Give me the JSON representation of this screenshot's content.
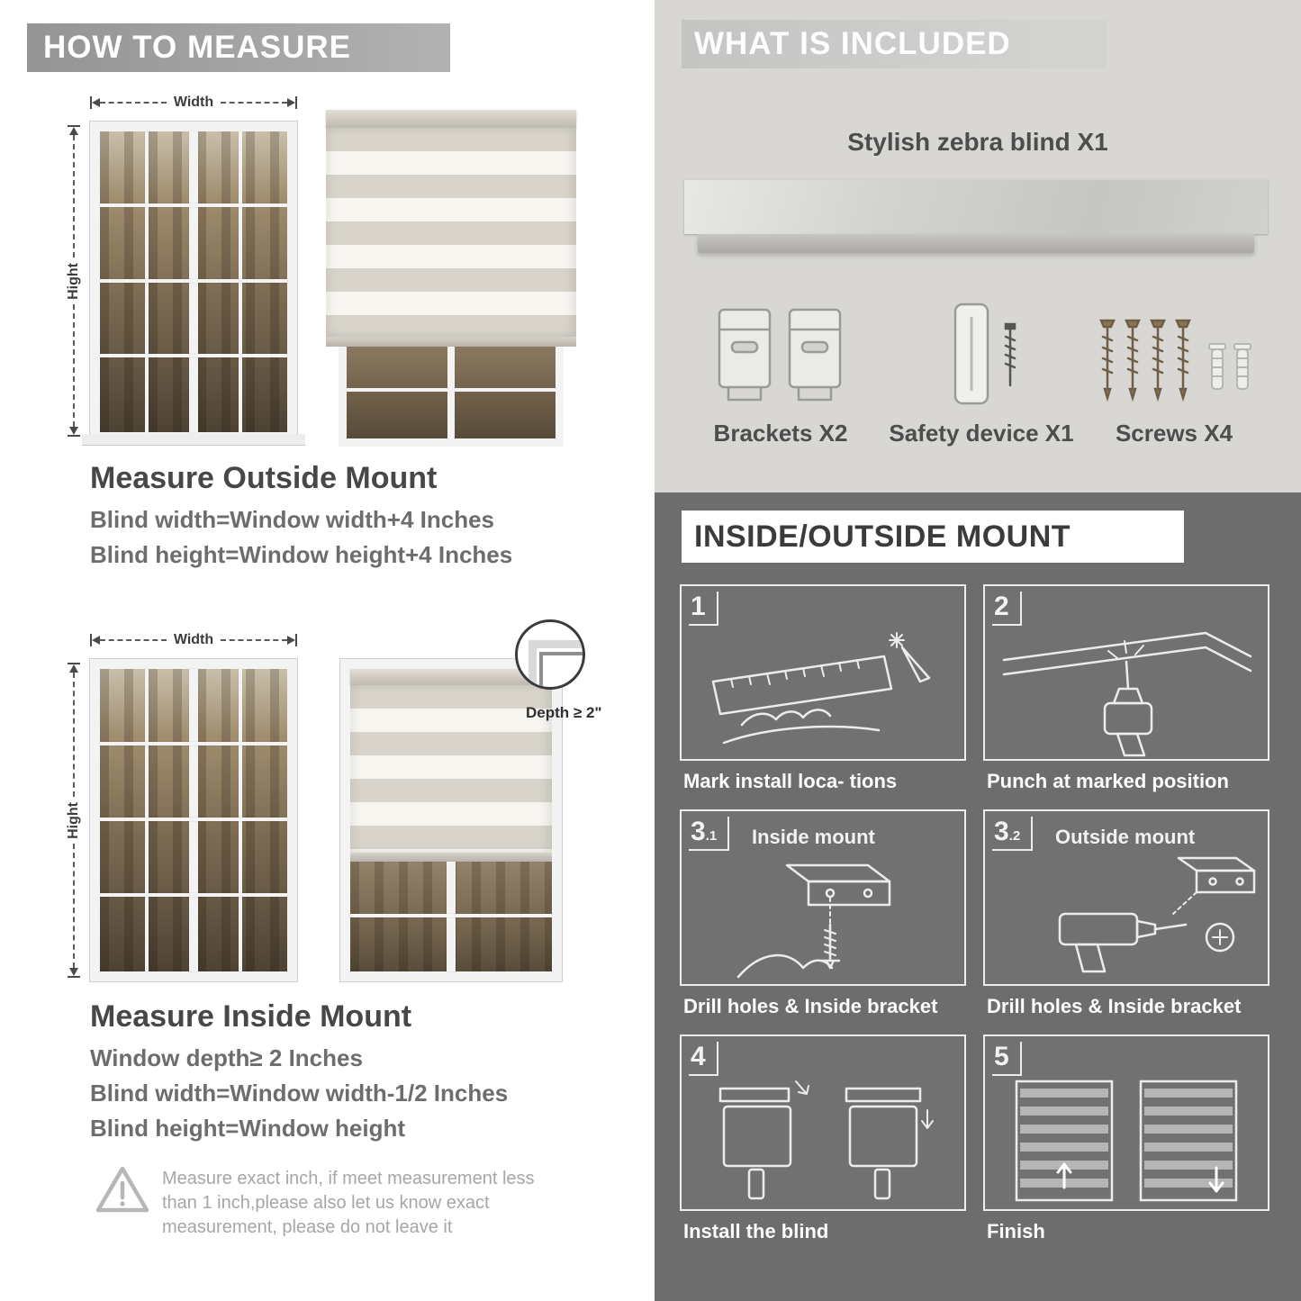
{
  "measure": {
    "header": "HOW TO MEASURE",
    "width_label": "Width",
    "height_label": "Hight",
    "outside": {
      "title": "Measure Outside Mount",
      "lines": [
        "Blind width=Window width+4 Inches",
        "Blind height=Window height+4 Inches"
      ]
    },
    "inside": {
      "title": "Measure Inside Mount",
      "depth_callout": "Depth ≥ 2\"",
      "lines": [
        "Window depth≥ 2 Inches",
        "Blind width=Window width-1/2 Inches",
        "Blind height=Window height"
      ]
    },
    "warning": {
      "line1": "Measure exact inch, if meet measurement less",
      "line2": "than 1 inch,please also let us know exact",
      "line3": "measurement, please do not leave it"
    }
  },
  "included": {
    "header": "WHAT IS INCLUDED",
    "product_label": "Stylish zebra blind X1",
    "items": [
      {
        "label": "Brackets X2"
      },
      {
        "label": "Safety device X1"
      },
      {
        "label": "Screws X4"
      }
    ]
  },
  "mount": {
    "header": "INSIDE/OUTSIDE MOUNT",
    "steps": [
      {
        "num": "1",
        "sub": "",
        "title": "",
        "caption": "Mark install loca- tions"
      },
      {
        "num": "2",
        "sub": "",
        "title": "",
        "caption": "Punch at  marked position"
      },
      {
        "num": "3",
        "sub": ".1",
        "title": "Inside mount",
        "caption": "Drill holes &  Inside bracket"
      },
      {
        "num": "3",
        "sub": ".2",
        "title": "Outside mount",
        "caption": "Drill holes &  Inside bracket"
      },
      {
        "num": "4",
        "sub": "",
        "title": "",
        "caption": "Install the blind"
      },
      {
        "num": "5",
        "sub": "",
        "title": "",
        "caption": "Finish"
      }
    ]
  }
}
